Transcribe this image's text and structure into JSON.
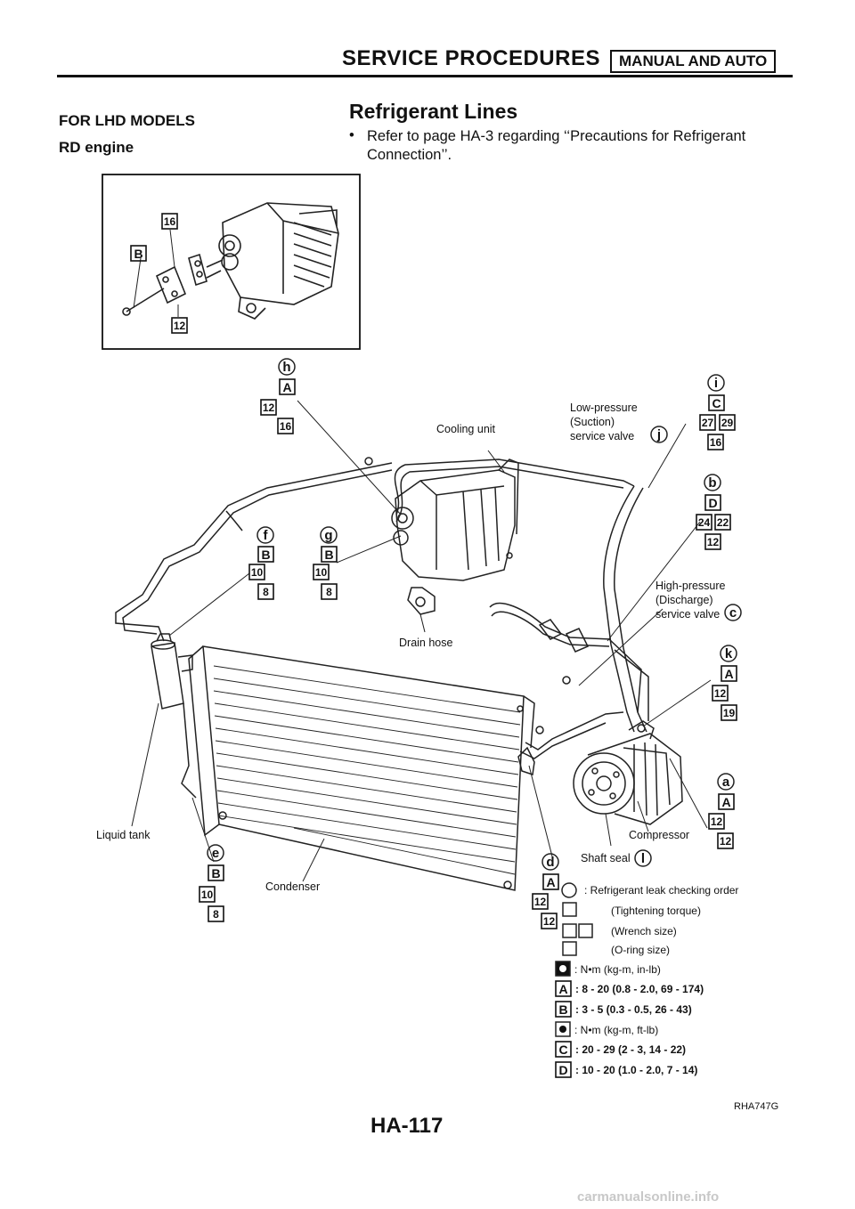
{
  "header": {
    "title": "SERVICE PROCEDURES",
    "badge": "MANUAL AND AUTO"
  },
  "section": {
    "title_line1": "FOR LHD MODELS",
    "title_line2": "RD engine"
  },
  "heading": "Refrigerant Lines",
  "bullet": {
    "mark": "•",
    "text": "Refer to page HA-3 regarding ‘‘Precautions for Refrigerant Connection’’."
  },
  "callouts": {
    "cooling_unit": "Cooling unit",
    "low_pressure": [
      "Low-pressure",
      "(Suction)",
      "service valve"
    ],
    "high_pressure": [
      "High-pressure",
      "(Discharge)",
      "service valve"
    ],
    "drain_hose": "Drain hose",
    "liquid_tank": "Liquid tank",
    "condenser": "Condenser",
    "compressor": "Compressor",
    "shaft_seal": "Shaft seal"
  },
  "ref_letters": [
    "h",
    "i",
    "j",
    "b",
    "f",
    "g",
    "c",
    "k",
    "a",
    "e",
    "d",
    "l"
  ],
  "torque_codes": [
    "A",
    "B",
    "C",
    "D"
  ],
  "sizes": [
    "8",
    "10",
    "12",
    "16",
    "19",
    "22",
    "24",
    "27",
    "29"
  ],
  "legend": {
    "order": ": Refrigerant leak checking order",
    "torque": "(Tightening torque)",
    "wrench": "(Wrench size)",
    "oring": "(O-ring size)",
    "unit_inlb": ": N•m (kg-m, in-lb)",
    "A": ": 8 - 20 (0.8 - 2.0, 69 - 174)",
    "B": ": 3 - 5 (0.3 - 0.5, 26 - 43)",
    "unit_ftlb": ": N•m (kg-m, ft-lb)",
    "C": ": 20 - 29 (2 - 3, 14 - 22)",
    "D": ": 10 - 20 (1.0 - 2.0, 7 - 14)"
  },
  "figure_code": "RHA747G",
  "page_number": "HA-117",
  "watermark": "carmanualsonline.info"
}
